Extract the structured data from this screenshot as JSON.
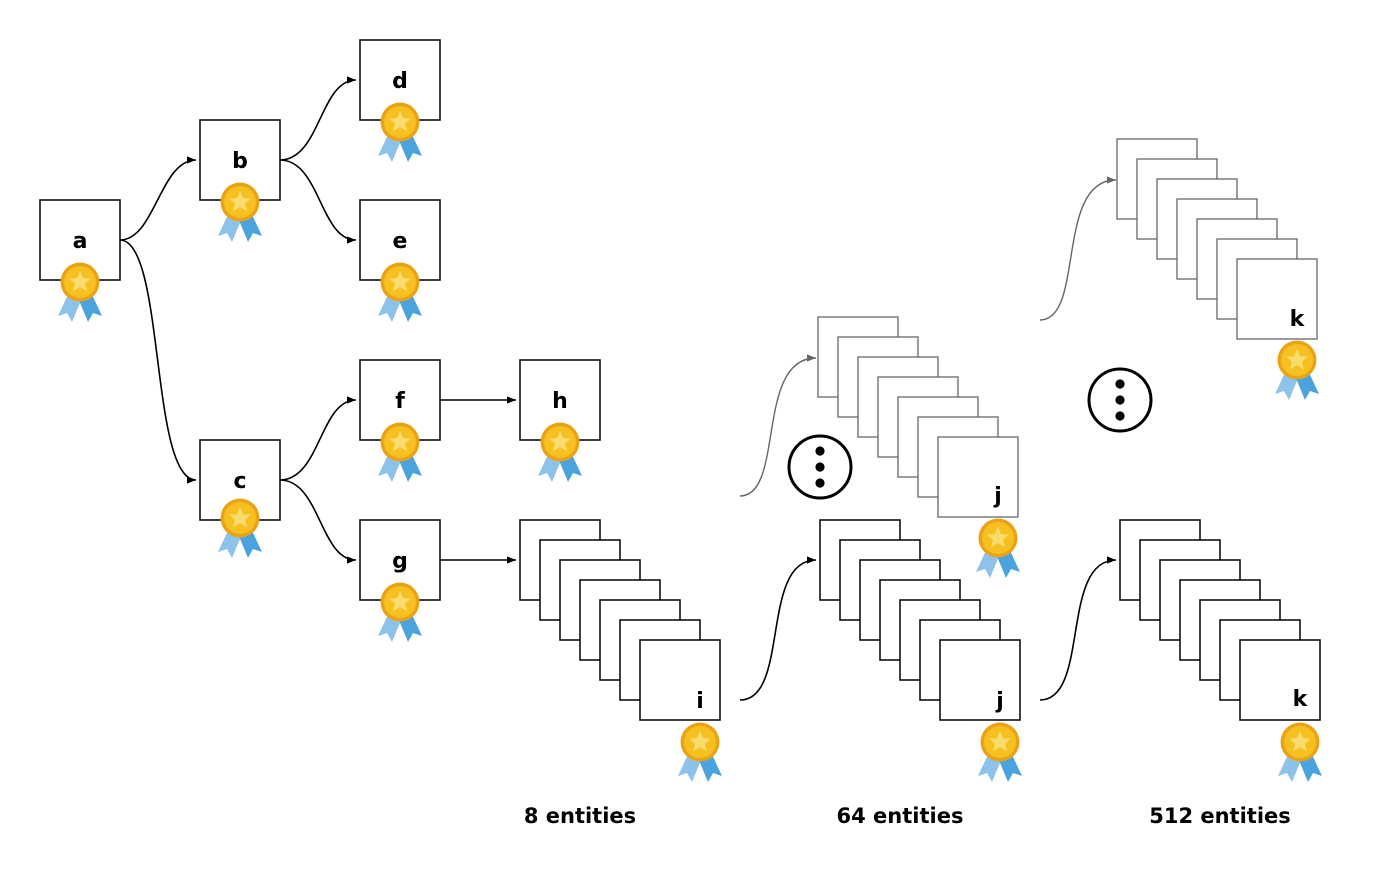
{
  "colors": {
    "edge": "#000000",
    "edge_faded": "#666666",
    "medal_gold": "#F6C120",
    "medal_gold_dark": "#E8A317",
    "medal_star": "#F9DC6E",
    "ribbon_left": "#8DC3EA",
    "ribbon_right": "#4BA3DE"
  },
  "icons": {
    "badge": "award-medal-icon",
    "more": "vertical-ellipsis-icon"
  },
  "nodes": [
    {
      "id": "a",
      "label": "a"
    },
    {
      "id": "b",
      "label": "b"
    },
    {
      "id": "c",
      "label": "c"
    },
    {
      "id": "d",
      "label": "d"
    },
    {
      "id": "e",
      "label": "e"
    },
    {
      "id": "f",
      "label": "f"
    },
    {
      "id": "g",
      "label": "g"
    },
    {
      "id": "h",
      "label": "h"
    }
  ],
  "stacks": [
    {
      "id": "i-stack",
      "label": "i",
      "count_label": "8 entities"
    },
    {
      "id": "j-stack",
      "label": "j",
      "count_label": "64 entities"
    },
    {
      "id": "k-stack",
      "label": "k",
      "count_label": "512 entities"
    },
    {
      "id": "j-stack-faded",
      "label": "j"
    },
    {
      "id": "k-stack-faded",
      "label": "k"
    }
  ],
  "edges": [
    {
      "from": "a",
      "to": "b"
    },
    {
      "from": "a",
      "to": "c"
    },
    {
      "from": "b",
      "to": "d"
    },
    {
      "from": "b",
      "to": "e"
    },
    {
      "from": "c",
      "to": "f"
    },
    {
      "from": "c",
      "to": "g"
    },
    {
      "from": "f",
      "to": "h"
    },
    {
      "from": "g",
      "to": "i-stack"
    },
    {
      "from": "i-stack",
      "to": "j-stack"
    },
    {
      "from": "j-stack",
      "to": "k-stack"
    },
    {
      "from": "",
      "to": "j-stack-faded"
    },
    {
      "from": "",
      "to": "k-stack-faded"
    }
  ]
}
